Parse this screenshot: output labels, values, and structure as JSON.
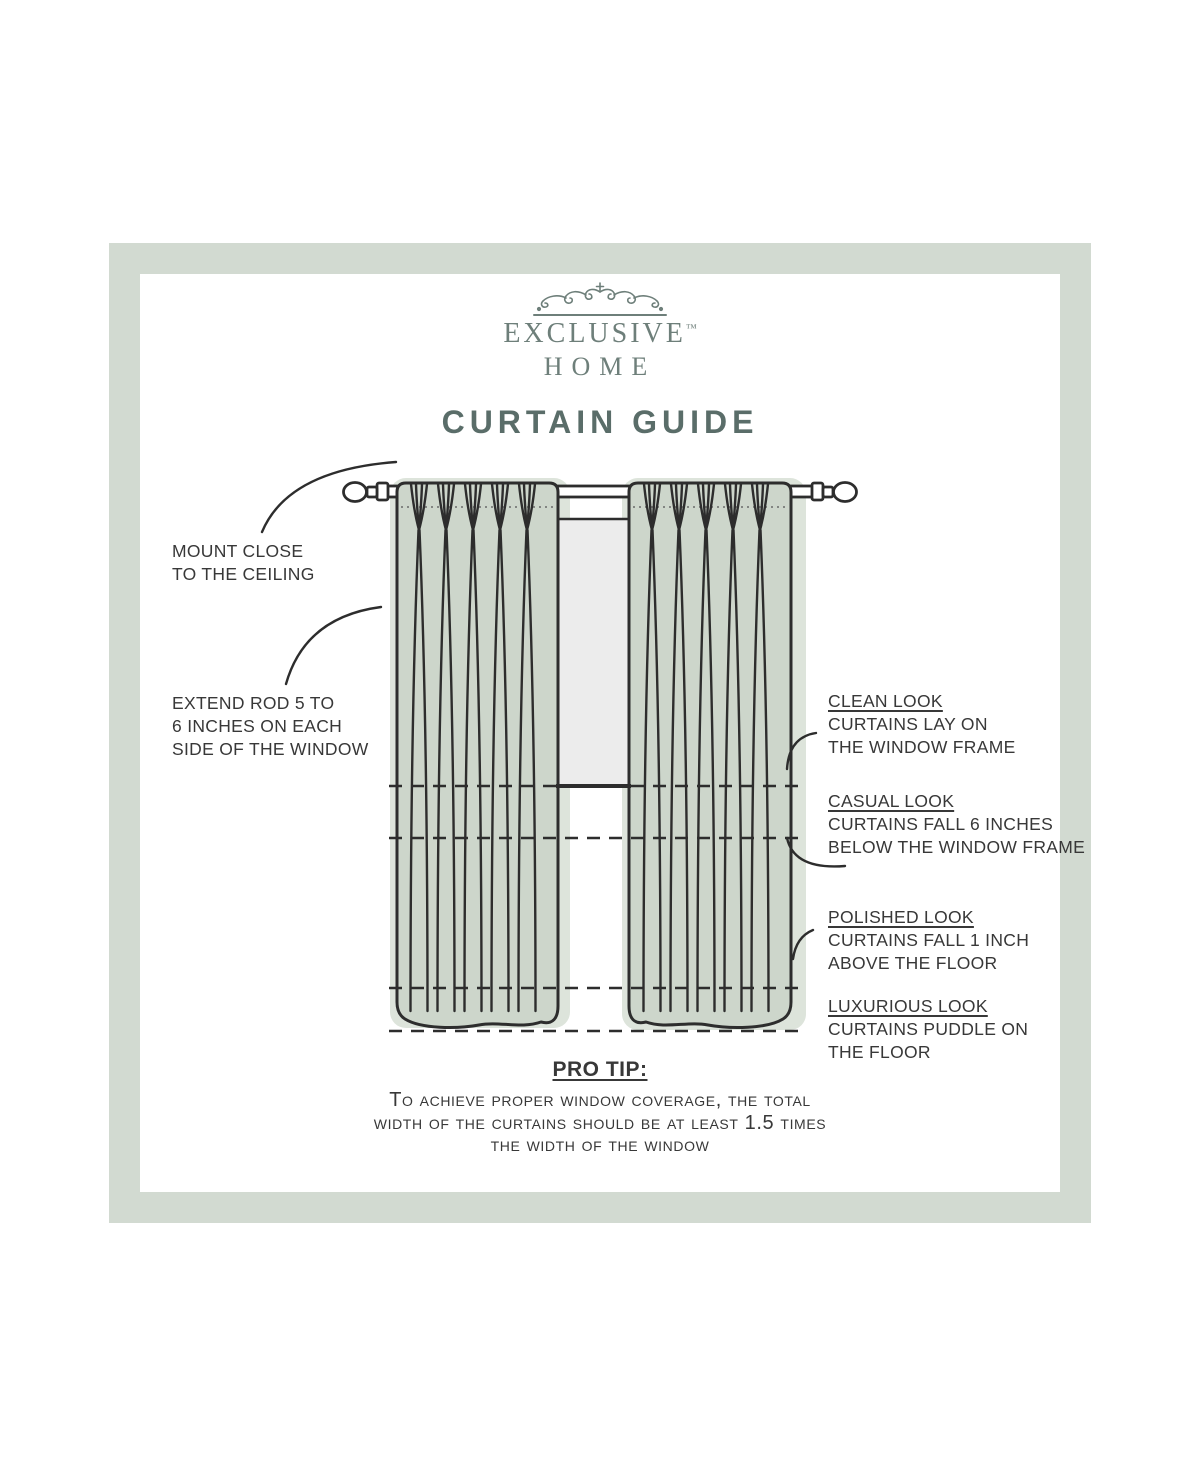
{
  "page": {
    "background_color": "#ffffff"
  },
  "frame": {
    "border_color": "#d2dad1",
    "inner_background": "#ffffff"
  },
  "logo": {
    "ornament_icon": "decorative-scroll-crest",
    "brand": "EXCLUSIVE",
    "trademark": "™",
    "brand_second_line": "HOME",
    "color": "#6e7f7a"
  },
  "title": {
    "text": "CURTAIN GUIDE",
    "color": "#5a6d69"
  },
  "diagram": {
    "curtain_fill_color": "#cdd6cb",
    "window_fill_color": "#ececec",
    "line_color": "#2d2d2d",
    "elements": [
      "curtain-rod",
      "left-finial",
      "right-finial",
      "left-curtain-panel",
      "right-curtain-panel",
      "window",
      "guide-dashed-lines",
      "pointer-arcs"
    ],
    "annotations_left": [
      {
        "lines": [
          "MOUNT CLOSE",
          "TO THE CEILING"
        ]
      },
      {
        "lines": [
          "EXTEND ROD 5 TO",
          "6 INCHES ON EACH",
          "SIDE OF THE WINDOW"
        ]
      }
    ],
    "annotations_right": [
      {
        "heading": "CLEAN LOOK",
        "lines": [
          "CURTAINS LAY ON",
          "THE WINDOW FRAME"
        ]
      },
      {
        "heading": "CASUAL LOOK",
        "lines": [
          "CURTAINS FALL 6 INCHES",
          "BELOW THE WINDOW FRAME"
        ]
      },
      {
        "heading": "POLISHED LOOK",
        "lines": [
          "CURTAINS FALL 1 INCH",
          "ABOVE THE FLOOR"
        ]
      },
      {
        "heading": "LUXURIOUS LOOK",
        "lines": [
          "CURTAINS PUDDLE ON",
          "THE FLOOR"
        ]
      }
    ]
  },
  "pro_tip": {
    "heading": "PRO TIP:",
    "lines": [
      "To achieve proper window coverage, the total",
      "width of the curtains should be at least 1.5 times",
      "the width of the window"
    ]
  }
}
